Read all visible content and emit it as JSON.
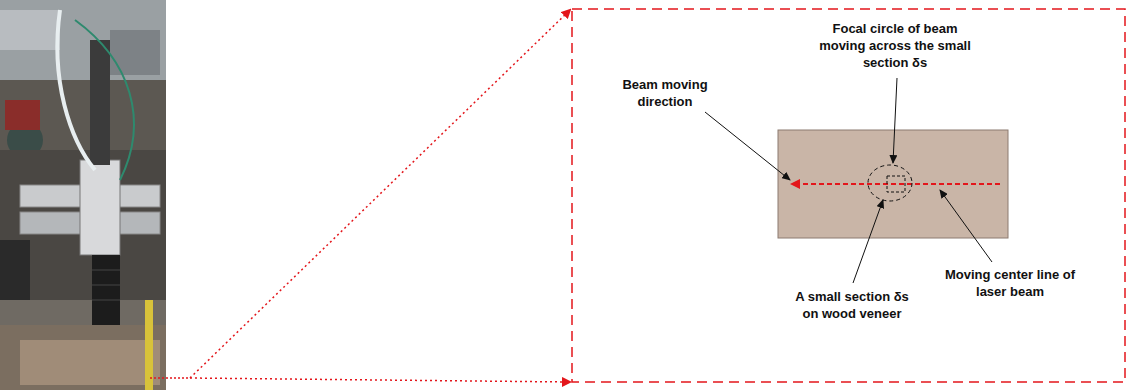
{
  "diagram": {
    "labels": [
      "Focal circle of beam moving across the small section δs",
      "Beam moving direction",
      "Moving center line of laser beam",
      "A small section δs on wood veneer"
    ]
  }
}
